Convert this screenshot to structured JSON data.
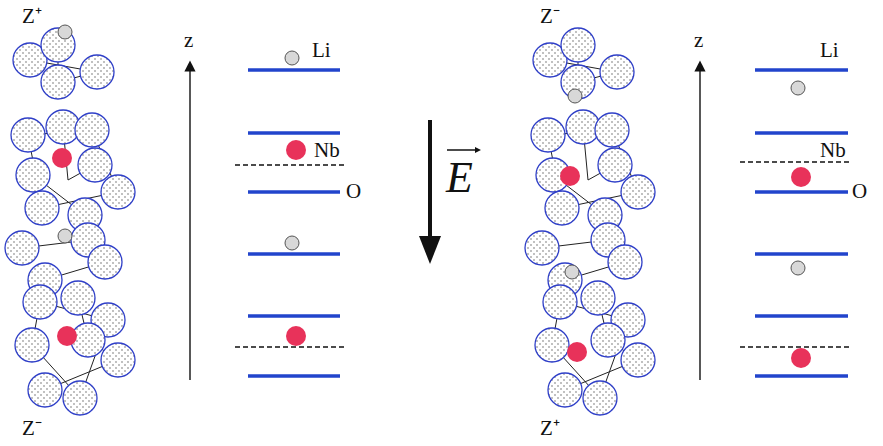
{
  "diagram": {
    "labels": [
      "Z⁺",
      "z",
      "Li",
      "Nb",
      "O",
      "E",
      "Z⁻",
      "z",
      "Li",
      "Nb",
      "O",
      "Z⁻",
      "Z⁺"
    ]
  }
}
